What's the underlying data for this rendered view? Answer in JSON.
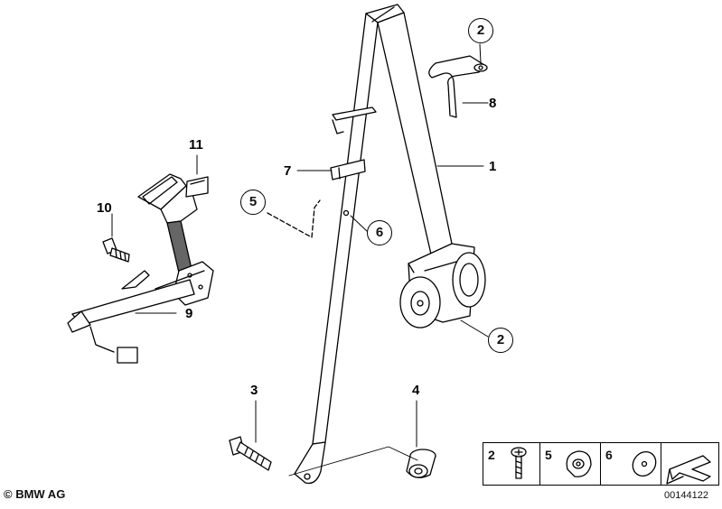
{
  "callouts": {
    "c1": "1",
    "c2a": "2",
    "c2b": "2",
    "c3": "3",
    "c4": "4",
    "c5": "5",
    "c6": "6",
    "c7": "7",
    "c8": "8",
    "c9": "9",
    "c10": "10",
    "c11": "11"
  },
  "legend": [
    {
      "num": "2",
      "part": "bolt-icon"
    },
    {
      "num": "5",
      "part": "nut-icon"
    },
    {
      "num": "6",
      "part": "washer-icon"
    },
    {
      "num": "",
      "part": "arrow-icon"
    }
  ],
  "footer": {
    "copyright": "© BMW AG",
    "doc_number": "00144122"
  }
}
